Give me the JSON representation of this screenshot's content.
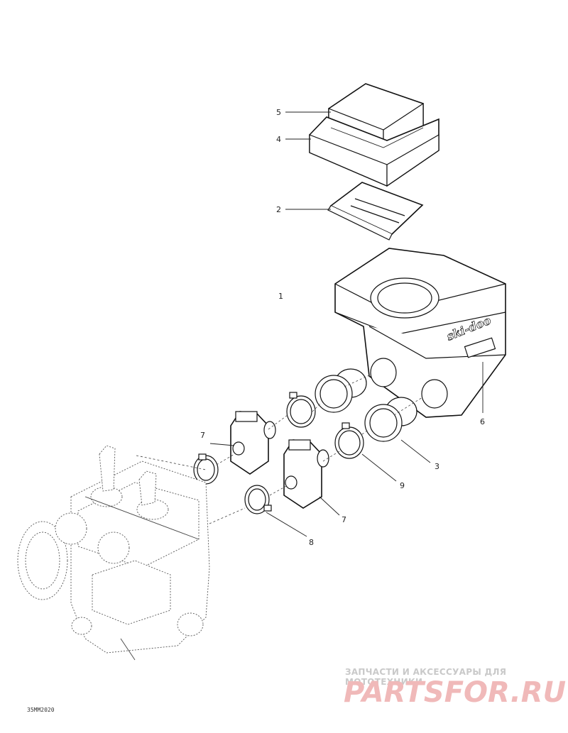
{
  "callouts": {
    "c1": "1",
    "c2": "2",
    "c3": "3",
    "c4": "4",
    "c5": "5",
    "c6": "6",
    "c7a": "7",
    "c7b": "7",
    "c8": "8",
    "c9": "9"
  },
  "silencer_brand": "ski-doo",
  "drawing_code": "35MM2020",
  "watermark": {
    "tagline": "ЗАПЧАСТИ И АКСЕССУАРЫ ДЛЯ МОТОТЕХНИКИ",
    "logo_part1": "PARTS",
    "logo_part2": "FOR.RU"
  }
}
